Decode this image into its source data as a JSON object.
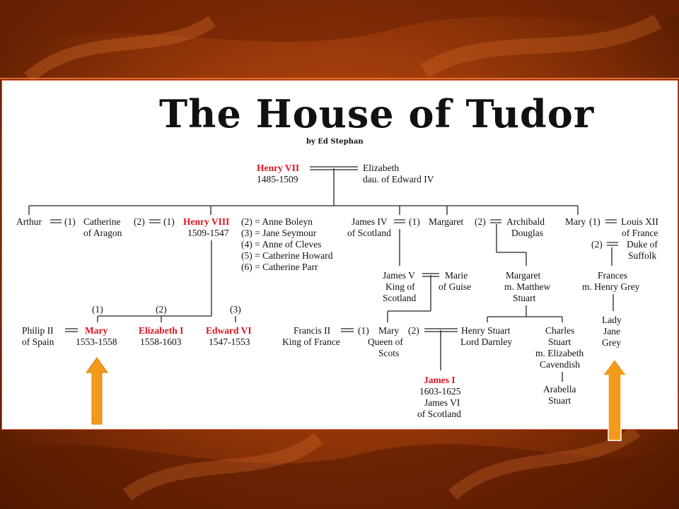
{
  "title": "The House of Tudor",
  "byline": "by Ed Stephan",
  "gen1": {
    "henry7_name": "Henry VII",
    "henry7_years": "1485-1509",
    "eliz_name": "Elizabeth",
    "eliz_desc": "dau. of Edward IV"
  },
  "gen2": {
    "arthur": "Arthur",
    "m1": "(1)",
    "catherine_1": "Catherine",
    "catherine_2": "of Aragon",
    "m2": "(2)",
    "m1b": "(1)",
    "henry8_name": "Henry VIII",
    "henry8_years": "1509-1547",
    "wives": [
      "(2) = Anne Boleyn",
      "(3) = Jane Seymour",
      "(4) = Anne of Cleves",
      "(5) = Catherine Howard",
      "(6) = Catherine Parr"
    ],
    "james4_1": "James IV",
    "james4_2": "of Scotland",
    "m_james": "(1)",
    "margaret": "Margaret",
    "m_arch": "(2)",
    "archibald_1": "Archibald",
    "archibald_2": "Douglas",
    "mary_1": "Mary",
    "m_louis": "(1)",
    "louis_1": "Louis XII",
    "louis_2": "of France",
    "m_suffolk": "(2)",
    "suffolk_1": "Duke of",
    "suffolk_2": "Suffolk"
  },
  "gen3": {
    "james5_1": "James V",
    "james5_2": "King of",
    "james5_3": "Scotland",
    "marie_1": "Marie",
    "marie_2": "of Guise",
    "margaret2_1": "Margaret",
    "margaret2_2": "m. Matthew",
    "margaret2_3": "Stuart",
    "frances_1": "Frances",
    "frances_2": "m. Henry Grey"
  },
  "gen4": {
    "c1": "(1)",
    "c2": "(2)",
    "c3": "(3)",
    "philip_1": "Philip II",
    "philip_2": "of Spain",
    "mary_name": "Mary",
    "mary_years": "1553-1558",
    "elizabeth_name": "Elizabeth I",
    "elizabeth_years": "1558-1603",
    "edward_name": "Edward VI",
    "edward_years": "1547-1553",
    "francis_1": "Francis II",
    "francis_2": "King of France",
    "m_francis": "(1)",
    "maryq_1": "Mary",
    "maryq_2": "Queen of",
    "maryq_3": "Scots",
    "m_darnley": "(2)",
    "darnley_1": "Henry Stuart",
    "darnley_2": "Lord Darnley",
    "charles_1": "Charles",
    "charles_2": "Stuart",
    "charles_3": "m. Elizabeth",
    "charles_4": "Cavendish",
    "jane_1": "Lady",
    "jane_2": "Jane",
    "jane_3": "Grey"
  },
  "gen5": {
    "james1_name": "James I",
    "james1_years": "1603-1625",
    "james1_3": "James VI",
    "james1_4": "of Scotland",
    "arabella_1": "Arabella",
    "arabella_2": "Stuart"
  },
  "colors": {
    "highlight_red": "#e0141e",
    "arrow_orange": "#f39a1a"
  }
}
